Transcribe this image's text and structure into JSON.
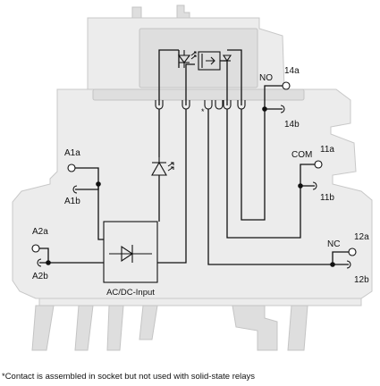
{
  "terminals": {
    "a1a": "A1a",
    "a1b": "A1b",
    "a2a": "A2a",
    "a2b": "A2b",
    "no": "NO",
    "t14a": "14a",
    "t14b": "14b",
    "com": "COM",
    "t11a": "11a",
    "t11b": "11b",
    "nc": "NC",
    "t12a": "12a",
    "t12b": "12b"
  },
  "module_label": "AC/DC-Input",
  "asterisk": "*",
  "footnote": "*Contact is assembled in socket but not used with solid-state relays",
  "colors": {
    "housing": "#ececec",
    "housing_edge": "#c8c8c8",
    "line": "#111111"
  },
  "icons": [
    "diode-bridge-icon",
    "led-icon",
    "optocoupler-icon",
    "screw-terminal-icon",
    "spring-terminal-icon"
  ]
}
